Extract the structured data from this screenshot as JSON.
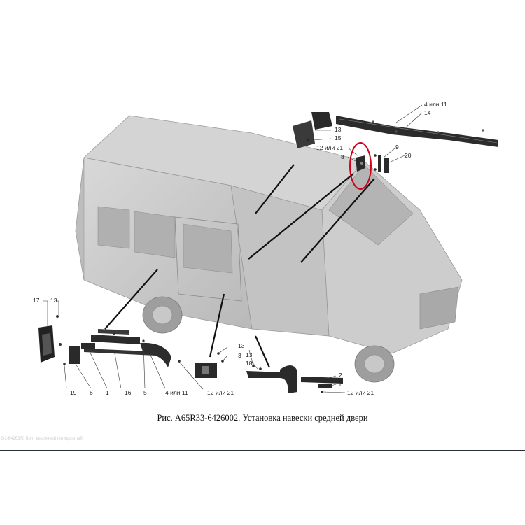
{
  "caption": "Рис. A65R33-6426002. Установка навески средней двери",
  "watermark": "D3-6426370 Болт масляный пятидесятый",
  "callouts": {
    "c17": "17",
    "c13a": "13",
    "c19": "19",
    "c6": "6",
    "c1": "1",
    "c16": "16",
    "c5": "5",
    "c4or11a": "4 или 11",
    "c12or21a": "12 или 21",
    "c13b": "13",
    "c3": "3",
    "c13c": "13",
    "c18": "18",
    "c2": "2",
    "c7": "7",
    "c12or21b": "12 или 21",
    "c13d": "13",
    "c15": "15",
    "c12or21c": "12 или 21",
    "c8": "8",
    "c9": "9",
    "c20": "20",
    "c4or11b": "4 или 11",
    "c14": "14"
  },
  "colors": {
    "highlight_ring": "#d0021b",
    "van_body": "#c8c8c8",
    "parts": "#2a2a2a"
  }
}
